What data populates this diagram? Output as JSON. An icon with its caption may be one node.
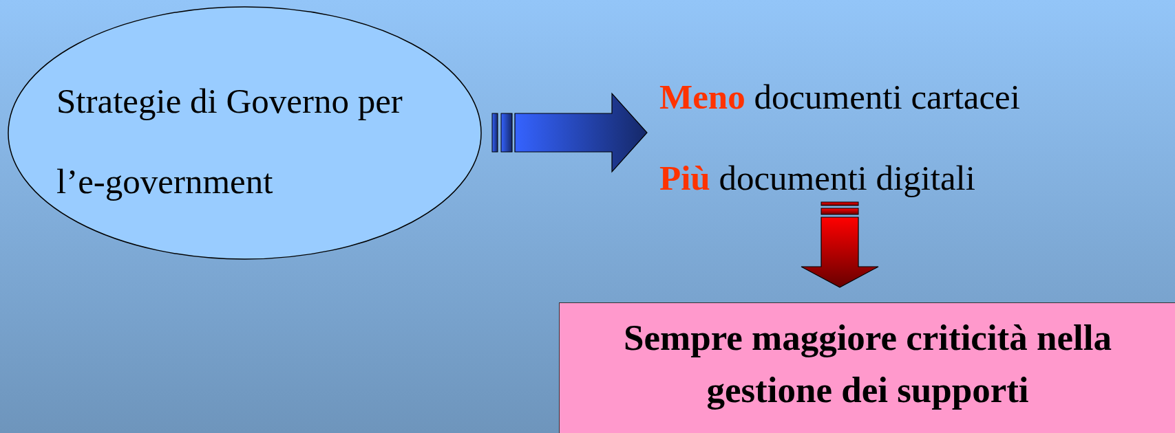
{
  "diagram": {
    "nodes": [
      {
        "text": [
          "Strategie di Governo per l’e-government"
        ]
      },
      {
        "text": [
          "**Meno** documenti cartacei",
          "**Più** documenti digitali"
        ]
      },
      {
        "text": [
          "Sempre maggiore criticità nella gestione dei supporti"
        ]
      }
    ],
    "edges": [
      {
        "from": 0,
        "to": 1,
        "arrow": "to",
        "color": "#2a4fd0"
      },
      {
        "from": 1,
        "to": 2,
        "arrow": "to",
        "color": "#d00000"
      }
    ]
  }
}
